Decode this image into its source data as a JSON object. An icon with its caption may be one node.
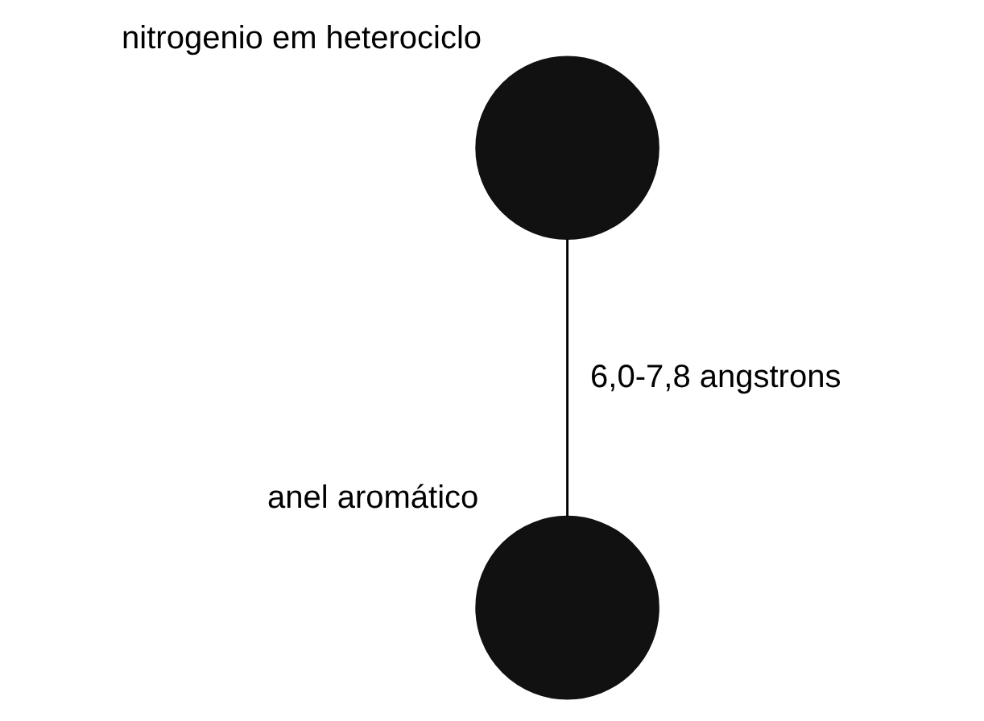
{
  "diagram": {
    "nodes": [
      {
        "text": [],
        "shape": "circle",
        "beside": [
          "nitrogenio em heterociclo"
        ]
      },
      {
        "text": [],
        "shape": "circle",
        "beside": [
          "anel aromático"
        ]
      }
    ],
    "edges": [
      {
        "from": 0,
        "to": 1,
        "arrow": "none",
        "label": "6,0-7,8 angstrons"
      }
    ]
  }
}
